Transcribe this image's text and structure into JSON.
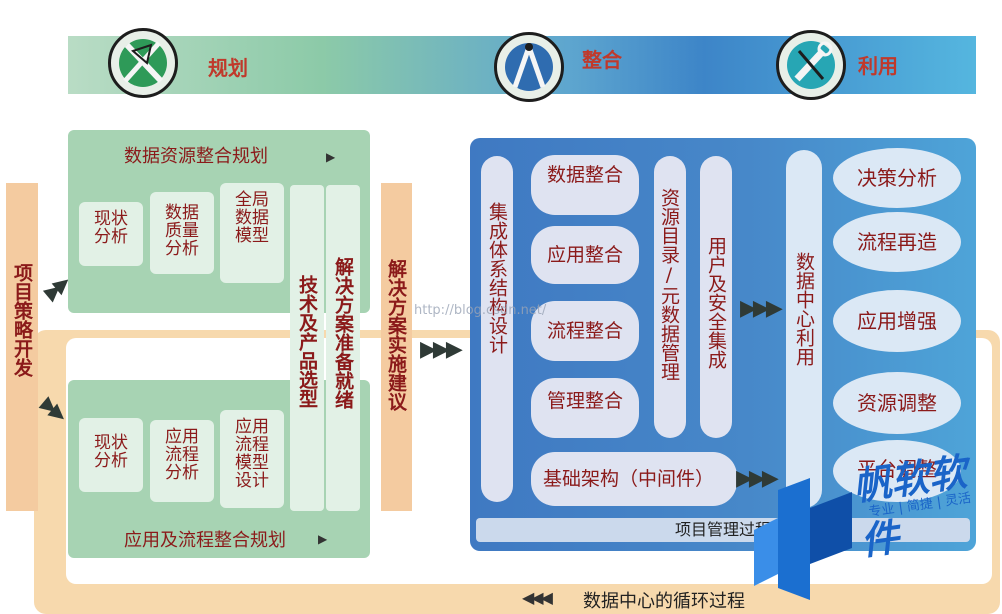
{
  "phases": [
    "规划",
    "整合",
    "利用"
  ],
  "left_label": "项目策略开发",
  "top_panel": {
    "title": "数据资源整合规划",
    "boxes": [
      "现状分析",
      "数据质量分析",
      "全局数据模型"
    ]
  },
  "bottom_panel": {
    "title": "应用及流程整合规划",
    "boxes": [
      "现状分析",
      "应用流程分析",
      "应用流程模型设计"
    ]
  },
  "tech_selection": "技术及产品选型",
  "solution_ready": "解决方案准备就绪",
  "implementation": "解决方案实施建议",
  "integration": {
    "arch_design": "集成体系结构设计",
    "items": [
      "数据整合",
      "应用整合",
      "流程整合",
      "管理整合"
    ],
    "infra": "基础架构（中间件）",
    "catalog": "资源目录/元数据管理",
    "security": "用户及安全集成",
    "dc_use": "数据中心利用",
    "pm_bar": "项目管理过程"
  },
  "uses": [
    "决策分析",
    "流程再造",
    "应用增强",
    "资源调整",
    "平台调整"
  ],
  "loop_label": "数据中心的循环过程",
  "watermark": "http://blog.csdn.net/",
  "logo": {
    "name": "帆软软件",
    "slogan": "专业 | 简捷 | 灵活"
  }
}
